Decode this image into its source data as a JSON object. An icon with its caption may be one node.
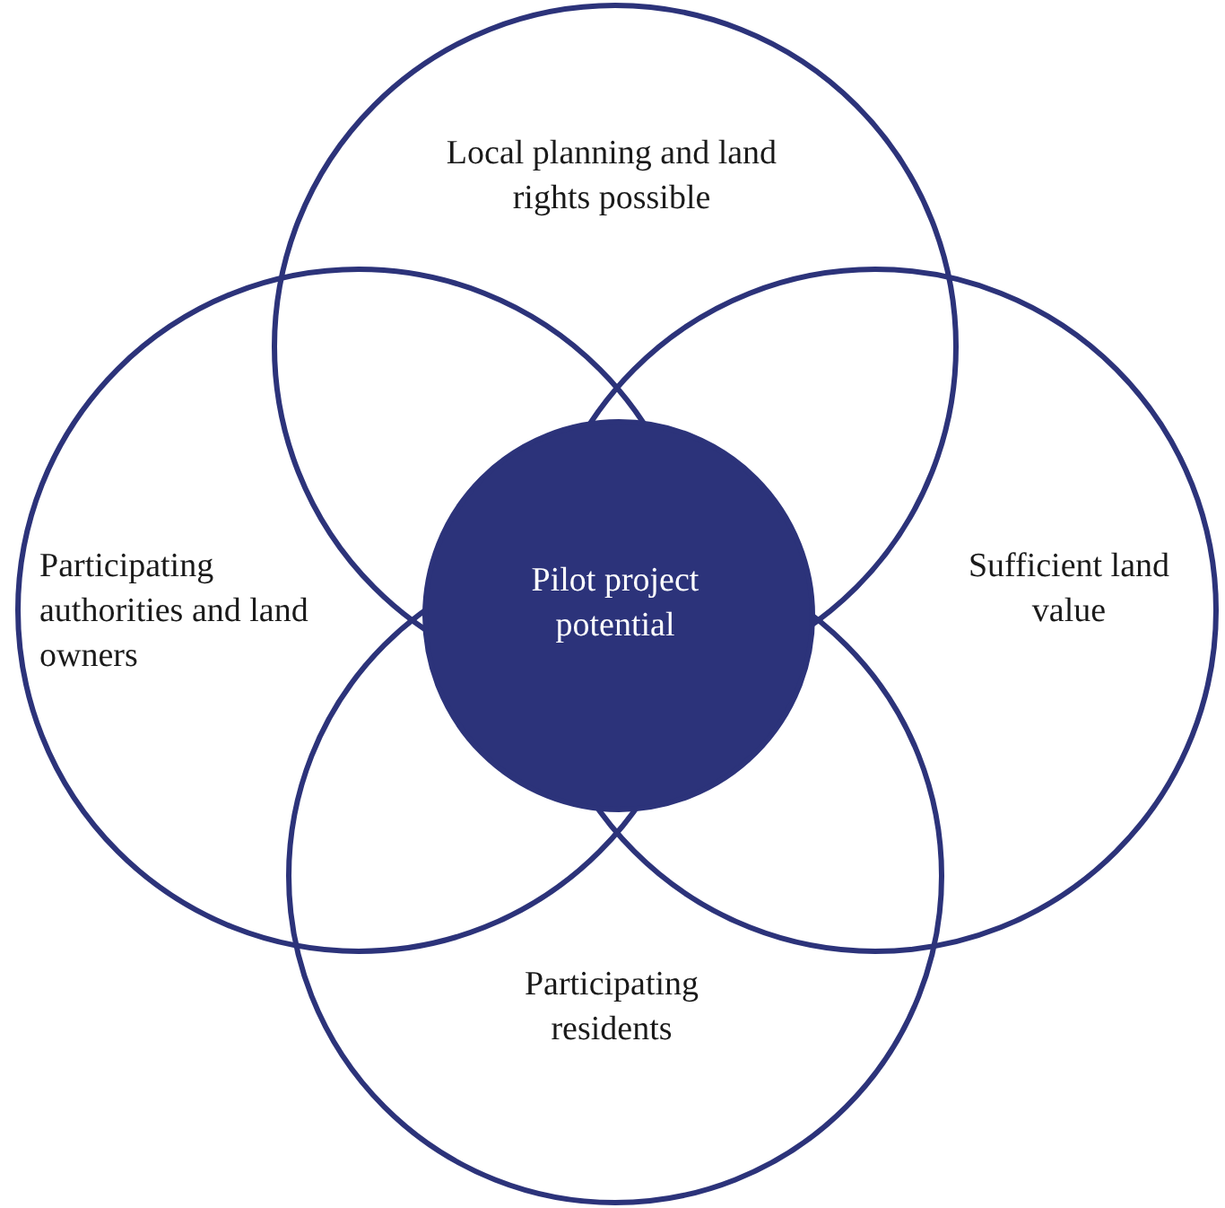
{
  "diagram": {
    "nodes": [
      {
        "text": [
          "Local planning and land rights possible"
        ]
      },
      {
        "text": [
          "Participating authorities and land owners"
        ]
      },
      {
        "text": [
          "Sufficient land value"
        ]
      },
      {
        "text": [
          "Participating residents"
        ]
      },
      {
        "text": [
          "Pilot project potential"
        ]
      }
    ],
    "edges": []
  }
}
